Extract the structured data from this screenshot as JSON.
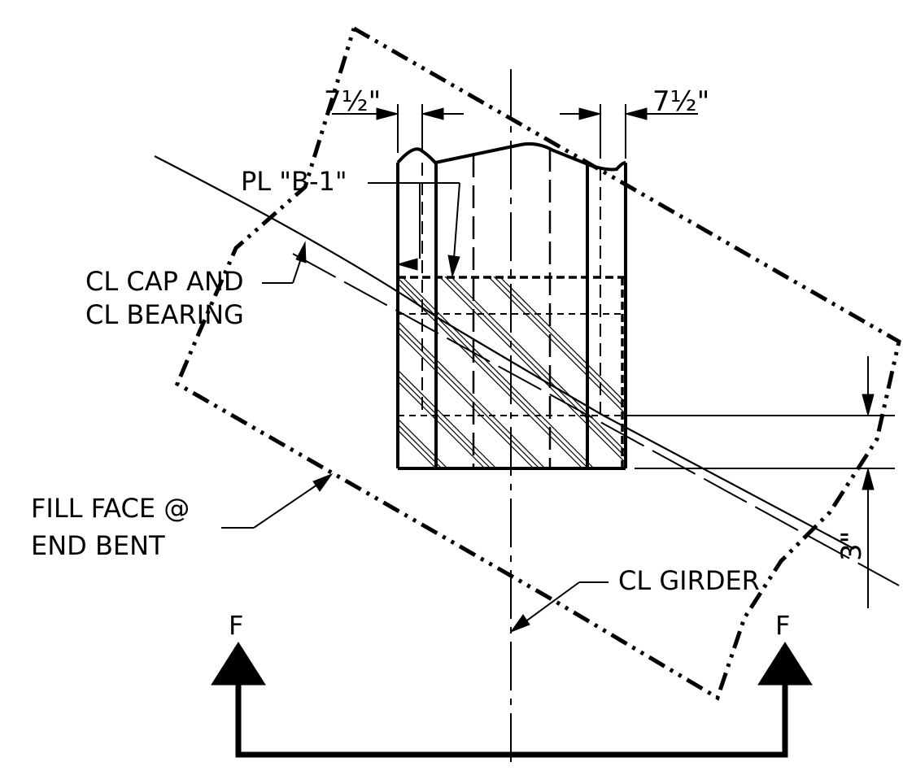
{
  "dimensions": {
    "left_width": "7½\"",
    "right_width": "7½\"",
    "vertical_offset": "3\""
  },
  "callouts": {
    "plate": "PL \"B-1\"",
    "cap_line1": "CL CAP AND",
    "cap_line2": "CL BEARING",
    "fill_line1": "FILL FACE @",
    "fill_line2": "END BENT",
    "girder": "CL GIRDER"
  },
  "section": {
    "left_label": "F",
    "right_label": "F"
  }
}
